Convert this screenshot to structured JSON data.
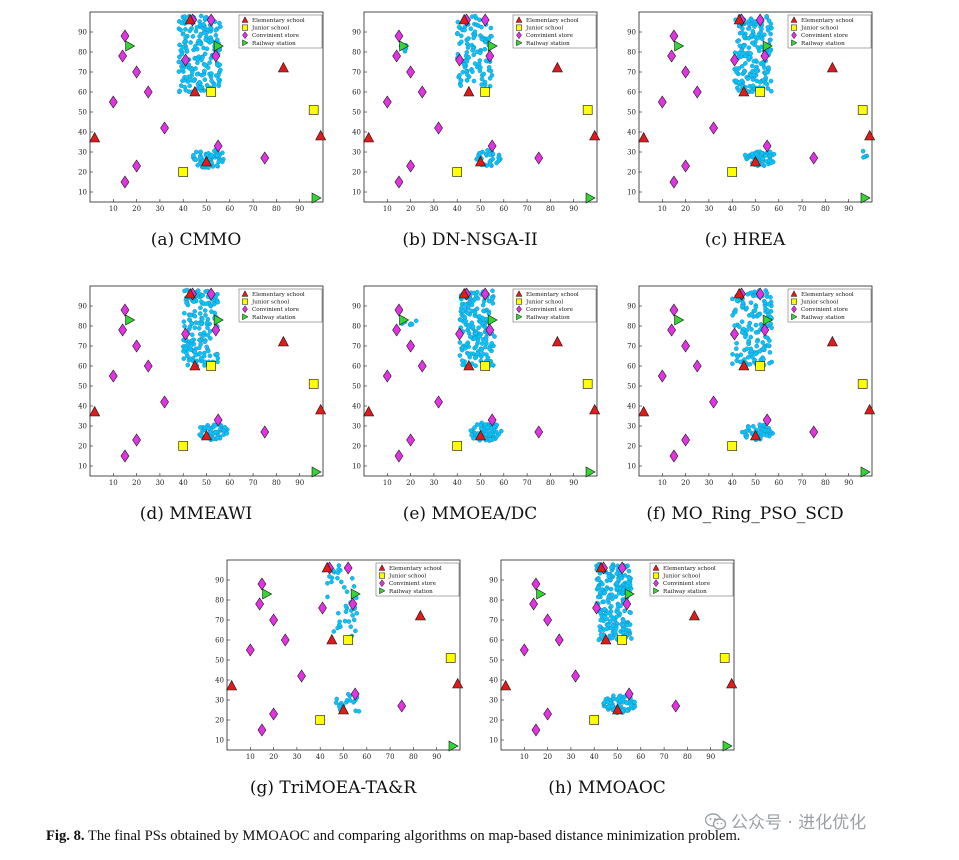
{
  "figure_caption": {
    "label": "Fig. 8.",
    "text": "The final PSs obtained by MMOAOC and comparing algorithms on map-based distance minimization problem."
  },
  "watermark": {
    "text": "公众号 · 进化优化",
    "icon": "wechat-logo-icon"
  },
  "legend": [
    "Elementary school",
    "Junior school",
    "Convinient store",
    "Railway station"
  ],
  "colors": {
    "school": "#e01b1b",
    "junior": "#ffff00",
    "store": "#e233e2",
    "rail": "#33d633",
    "ps": "#00c8ff",
    "ps_edge": "#3c78a0"
  },
  "chart_data": [
    {
      "type": "scatter",
      "caption": "(a)  CMMO",
      "xlim": [
        0,
        100
      ],
      "ylim": [
        5,
        100
      ],
      "xticks": [
        10,
        20,
        30,
        40,
        50,
        60,
        70,
        80,
        90
      ],
      "yticks": [
        10,
        20,
        30,
        40,
        50,
        60,
        70,
        80,
        90
      ],
      "clusters": [
        {
          "kind": "rect",
          "x": [
            38,
            56
          ],
          "y": [
            60,
            98
          ],
          "n": 200,
          "seed": 1
        },
        {
          "kind": "ellipse",
          "cx": 51,
          "cy": 27,
          "rx": 7,
          "ry": 5,
          "n": 70,
          "seed": 2
        }
      ]
    },
    {
      "type": "scatter",
      "caption": "(b)  DN-NSGA-II",
      "xlim": [
        0,
        100
      ],
      "ylim": [
        5,
        100
      ],
      "xticks": [
        10,
        20,
        30,
        40,
        50,
        60,
        70,
        80,
        90
      ],
      "yticks": [
        10,
        20,
        30,
        40,
        50,
        60,
        70,
        80,
        90
      ],
      "clusters": [
        {
          "kind": "rect",
          "x": [
            40,
            55
          ],
          "y": [
            62,
            98
          ],
          "n": 110,
          "seed": 3
        },
        {
          "kind": "ellipse",
          "cx": 53,
          "cy": 27,
          "rx": 6,
          "ry": 4,
          "n": 35,
          "seed": 4
        },
        {
          "kind": "ellipse",
          "cx": 17,
          "cy": 82,
          "rx": 2,
          "ry": 2,
          "n": 6,
          "seed": 5
        }
      ]
    },
    {
      "type": "scatter",
      "caption": "(c)  HREA",
      "xlim": [
        0,
        100
      ],
      "ylim": [
        5,
        100
      ],
      "xticks": [
        10,
        20,
        30,
        40,
        50,
        60,
        70,
        80,
        90
      ],
      "yticks": [
        10,
        20,
        30,
        40,
        50,
        60,
        70,
        80,
        90
      ],
      "clusters": [
        {
          "kind": "rect",
          "x": [
            41,
            57
          ],
          "y": [
            60,
            98
          ],
          "n": 190,
          "seed": 6
        },
        {
          "kind": "ellipse",
          "cx": 52,
          "cy": 27,
          "rx": 7,
          "ry": 4,
          "n": 60,
          "seed": 7
        },
        {
          "kind": "ellipse",
          "cx": 96,
          "cy": 29,
          "rx": 2,
          "ry": 2,
          "n": 4,
          "seed": 8
        }
      ]
    },
    {
      "type": "scatter",
      "caption": "(d)  MMEAWI",
      "xlim": [
        0,
        100
      ],
      "ylim": [
        5,
        100
      ],
      "xticks": [
        10,
        20,
        30,
        40,
        50,
        60,
        70,
        80,
        90
      ],
      "yticks": [
        10,
        20,
        30,
        40,
        50,
        60,
        70,
        80,
        90
      ],
      "clusters": [
        {
          "kind": "rect",
          "x": [
            40,
            55
          ],
          "y": [
            60,
            98
          ],
          "n": 160,
          "seed": 9
        },
        {
          "kind": "ellipse",
          "cx": 53,
          "cy": 27,
          "rx": 7,
          "ry": 4,
          "n": 55,
          "seed": 10
        }
      ]
    },
    {
      "type": "scatter",
      "caption": "(e)  MMOEA/DC",
      "xlim": [
        0,
        100
      ],
      "ylim": [
        5,
        100
      ],
      "xticks": [
        10,
        20,
        30,
        40,
        50,
        60,
        70,
        80,
        90
      ],
      "yticks": [
        10,
        20,
        30,
        40,
        50,
        60,
        70,
        80,
        90
      ],
      "clusters": [
        {
          "kind": "rect",
          "x": [
            41,
            56
          ],
          "y": [
            60,
            98
          ],
          "n": 170,
          "seed": 11
        },
        {
          "kind": "ellipse",
          "cx": 52,
          "cy": 27,
          "rx": 7,
          "ry": 5,
          "n": 70,
          "seed": 12
        },
        {
          "kind": "ellipse",
          "cx": 19,
          "cy": 82,
          "rx": 4,
          "ry": 2,
          "n": 8,
          "seed": 13
        }
      ]
    },
    {
      "type": "scatter",
      "caption": "(f)  MO_Ring_PSO_SCD",
      "xlim": [
        0,
        100
      ],
      "ylim": [
        5,
        100
      ],
      "xticks": [
        10,
        20,
        30,
        40,
        50,
        60,
        70,
        80,
        90
      ],
      "yticks": [
        10,
        20,
        30,
        40,
        50,
        60,
        70,
        80,
        90
      ],
      "clusters": [
        {
          "kind": "rect",
          "x": [
            40,
            57
          ],
          "y": [
            60,
            98
          ],
          "n": 150,
          "seed": 14
        },
        {
          "kind": "ellipse",
          "cx": 51,
          "cy": 27,
          "rx": 7,
          "ry": 4,
          "n": 45,
          "seed": 15
        }
      ]
    },
    {
      "type": "scatter",
      "caption": "(g)  TriMOEA-TA&R",
      "xlim": [
        0,
        100
      ],
      "ylim": [
        5,
        100
      ],
      "xticks": [
        10,
        20,
        30,
        40,
        50,
        60,
        70,
        80,
        90
      ],
      "yticks": [
        10,
        20,
        30,
        40,
        50,
        60,
        70,
        80,
        90
      ],
      "clusters": [
        {
          "kind": "rect",
          "x": [
            43,
            56
          ],
          "y": [
            62,
            98
          ],
          "n": 40,
          "seed": 16
        },
        {
          "kind": "ellipse",
          "cx": 52,
          "cy": 28,
          "rx": 7,
          "ry": 5,
          "n": 20,
          "seed": 17
        }
      ]
    },
    {
      "type": "scatter",
      "caption": "(h)  MMOAOC",
      "xlim": [
        0,
        100
      ],
      "ylim": [
        5,
        100
      ],
      "xticks": [
        10,
        20,
        30,
        40,
        50,
        60,
        70,
        80,
        90
      ],
      "yticks": [
        10,
        20,
        30,
        40,
        50,
        60,
        70,
        80,
        90
      ],
      "clusters": [
        {
          "kind": "rect",
          "x": [
            41,
            56
          ],
          "y": [
            60,
            98
          ],
          "n": 220,
          "seed": 18
        },
        {
          "kind": "ellipse",
          "cx": 51,
          "cy": 28,
          "rx": 7,
          "ry": 5,
          "n": 70,
          "seed": 19
        }
      ]
    }
  ],
  "facilities": {
    "elementary": [
      [
        2,
        37
      ],
      [
        43,
        96
      ],
      [
        45,
        60
      ],
      [
        50,
        25
      ],
      [
        83,
        72
      ],
      [
        99,
        38
      ]
    ],
    "junior": [
      [
        40,
        20
      ],
      [
        52,
        60
      ],
      [
        96,
        51
      ]
    ],
    "store": [
      [
        10,
        55
      ],
      [
        14,
        78
      ],
      [
        15,
        15
      ],
      [
        15,
        88
      ],
      [
        20,
        23
      ],
      [
        20,
        70
      ],
      [
        25,
        60
      ],
      [
        32,
        42
      ],
      [
        41,
        76
      ],
      [
        44,
        96
      ],
      [
        52,
        96
      ],
      [
        54,
        78
      ],
      [
        55,
        33
      ],
      [
        75,
        27
      ]
    ],
    "rail": [
      [
        17,
        83
      ],
      [
        55,
        83
      ],
      [
        97,
        7
      ]
    ]
  }
}
